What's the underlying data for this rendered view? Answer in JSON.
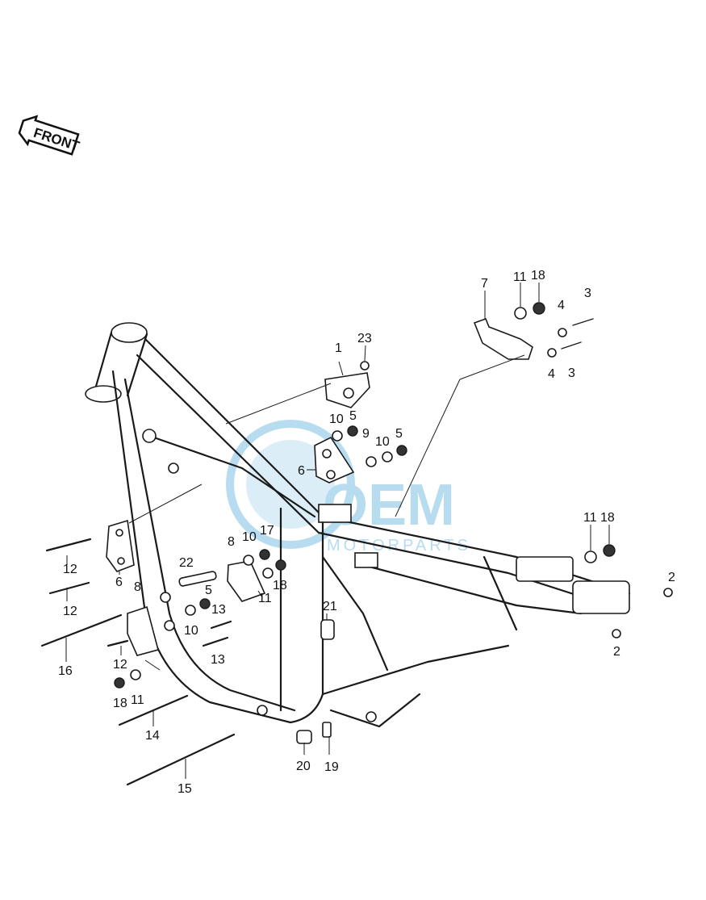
{
  "front_arrow": {
    "label": "FRONT"
  },
  "watermark": {
    "brand": "OEM",
    "sub": "MOTORPARTS",
    "color": "#9fd0ea"
  },
  "callouts": {
    "c1": "1",
    "c2a": "2",
    "c2b": "2",
    "c3a": "3",
    "c3b": "3",
    "c4a": "4",
    "c4b": "4",
    "c5a": "5",
    "c5b": "5",
    "c5c": "5",
    "c6a": "6",
    "c6b": "6",
    "c7": "7",
    "c8a": "8",
    "c8b": "8",
    "c9": "9",
    "c10a": "10",
    "c10b": "10",
    "c10c": "10",
    "c10d": "10",
    "c11a": "11",
    "c11b": "11",
    "c11c": "11",
    "c11d": "11",
    "c12a": "12",
    "c12b": "12",
    "c12c": "12",
    "c13a": "13",
    "c13b": "13",
    "c14": "14",
    "c15": "15",
    "c16": "16",
    "c17": "17",
    "c18a": "18",
    "c18b": "18",
    "c18c": "18",
    "c18d": "18",
    "c19": "19",
    "c20": "20",
    "c21": "21",
    "c22": "22",
    "c23": "23"
  }
}
